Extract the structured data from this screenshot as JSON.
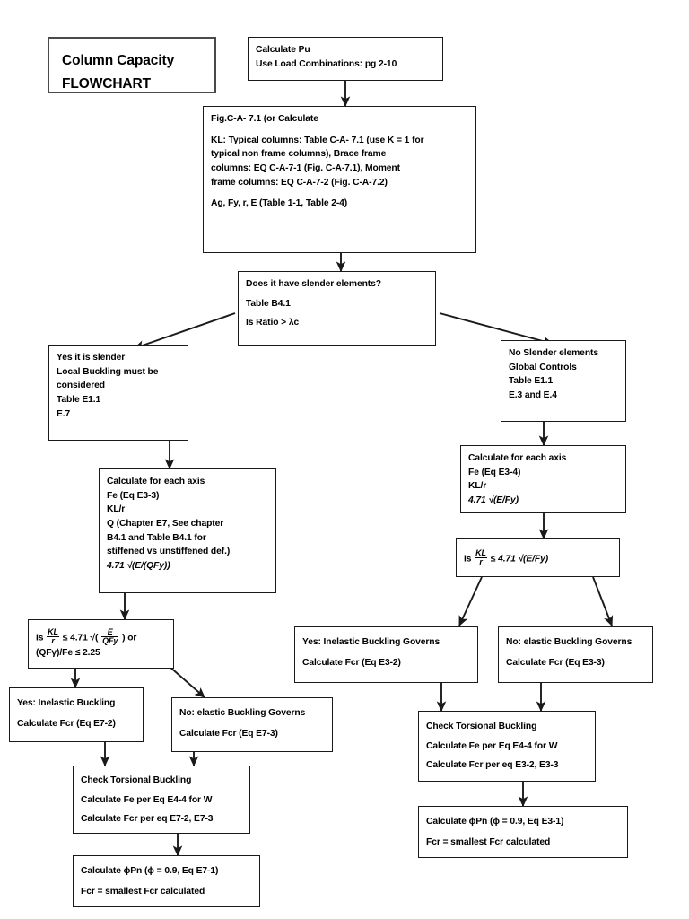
{
  "document": {
    "type": "flowchart",
    "title": "Column Capacity FLOWCHART"
  },
  "title_box": {
    "line1": "Column Capacity",
    "line2": "FLOWCHART"
  },
  "nodes": {
    "calculate_pu": {
      "name": "Calculate Pu",
      "lines": [
        "Calculate Pu",
        "Use Load Combinations: pg 2-10"
      ]
    },
    "fig_ca71": {
      "name": "Fig.C-A-7.1 (or Calculate",
      "lines": [
        "Fig.C-A- 7.1 (or Calculate",
        "KL: Typical columns: Table C-A- 7.1 (use K = 1 for",
        "typical non frame columns), Brace frame",
        "columns: EQ C-A-7-1 (Fig. C-A-7.1), Moment",
        "frame columns: EQ C-A-7-2 (Fig. C-A-7.2)",
        "Ag, Fy, r, E  (Table 1-1, Table 2-4)"
      ]
    },
    "slender_decision": {
      "name": "Does it have slender elements?",
      "lines": [
        "Does it have slender elements?",
        "Table B4.1",
        "Is Ratio > λc"
      ]
    },
    "yes_slender": {
      "name": "Yes it is slender",
      "lines": [
        "Yes it is slender",
        "Local Buckling must be",
        "considered",
        "Table E1.1",
        "E.7"
      ]
    },
    "no_slender": {
      "name": "No Slender elements",
      "lines": [
        "No Slender elements",
        "Global Controls",
        "Table E1.1",
        " E.3 and E.4"
      ]
    },
    "calc_axis_left": {
      "name": "Calculate for each axis (slender)",
      "lines": [
        "Calculate for each axis",
        "Fe (Eq E3-3)",
        "KL/r",
        "Q (Chapter E7, See chapter",
        "B4.1 and Table B4.1 for",
        "stiffened vs unstiffened def.)"
      ],
      "formula": "4.71 √(E/(QFy))"
    },
    "calc_axis_right": {
      "name": "Calculate for each axis (non-slender)",
      "lines": [
        "Calculate for each axis",
        "Fe (Eq E3-4)",
        "KL/r"
      ],
      "formula": "4.71 √(E/Fy)"
    },
    "check_right": {
      "name": "Is KL/r <= 4.71 sqrt(E/Fy)",
      "prefix": "Is",
      "num": "KL",
      "den": "r",
      "rel": "≤",
      "rhs": "4.71 √(E/Fy)"
    },
    "check_left": {
      "name": "Is KL/r <= 4.71 sqrt(E/QFy) or (QFy)/Fe <= 2.25",
      "prefix": "Is",
      "num": "KL",
      "den": "r",
      "rel": "≤",
      "rhs_pre": "4.71 √(",
      "rhs_num": "E",
      "rhs_den": "QFy",
      "rhs_post": ") or",
      "line2": "(QFγ)/Fe ≤ 2.25"
    },
    "yes_inelastic_right": {
      "name": "Yes: Inelastic Buckling Governs (E3-2)",
      "lines": [
        "Yes: Inelastic Buckling Governs",
        "Calculate Fcr (Eq E3-2)"
      ]
    },
    "no_elastic_right": {
      "name": "No: elastic Buckling Governs (E3-3)",
      "lines": [
        "No: elastic Buckling Governs",
        "Calculate Fcr (Eq E3-3)"
      ]
    },
    "yes_inelastic_left": {
      "name": "Yes: Inelastic Buckling (E7-2)",
      "lines": [
        "Yes: Inelastic Buckling",
        "Calculate Fcr (Eq E7-2)"
      ]
    },
    "no_elastic_left": {
      "name": "No: elastic Buckling Governs (E7-3)",
      "lines": [
        "No: elastic Buckling Governs",
        "Calculate Fcr (Eq E7-3)"
      ]
    },
    "torsional_right": {
      "name": "Check Torsional Buckling (E3)",
      "lines": [
        "Check Torsional Buckling",
        "Calculate Fe per Eq E4-4 for W",
        "Calculate Fcr per eq E3-2, E3-3"
      ]
    },
    "torsional_left": {
      "name": "Check Torsional Buckling (E7)",
      "lines": [
        "Check Torsional Buckling",
        "Calculate Fe per Eq E4-4 for W",
        "Calculate Fcr per eq E7-2, E7-3"
      ]
    },
    "final_right": {
      "name": "Calculate phi-Pn (Eq E3-1)",
      "line1": "Calculate ϕPn  (ϕ = 0.9, Eq E3-1)",
      "line2": "Fcr = smallest Fcr calculated"
    },
    "final_left": {
      "name": "Calculate phi-Pn (Eq E7-1)",
      "line1": "Calculate ϕPn  (ϕ = 0.9, Eq E7-1)",
      "line2": "Fcr = smallest Fcr calculated"
    }
  },
  "colors": {
    "stroke": "#1a1a1a",
    "title_stroke": "#4a4a4a",
    "background": "#ffffff",
    "text": "#000000"
  }
}
